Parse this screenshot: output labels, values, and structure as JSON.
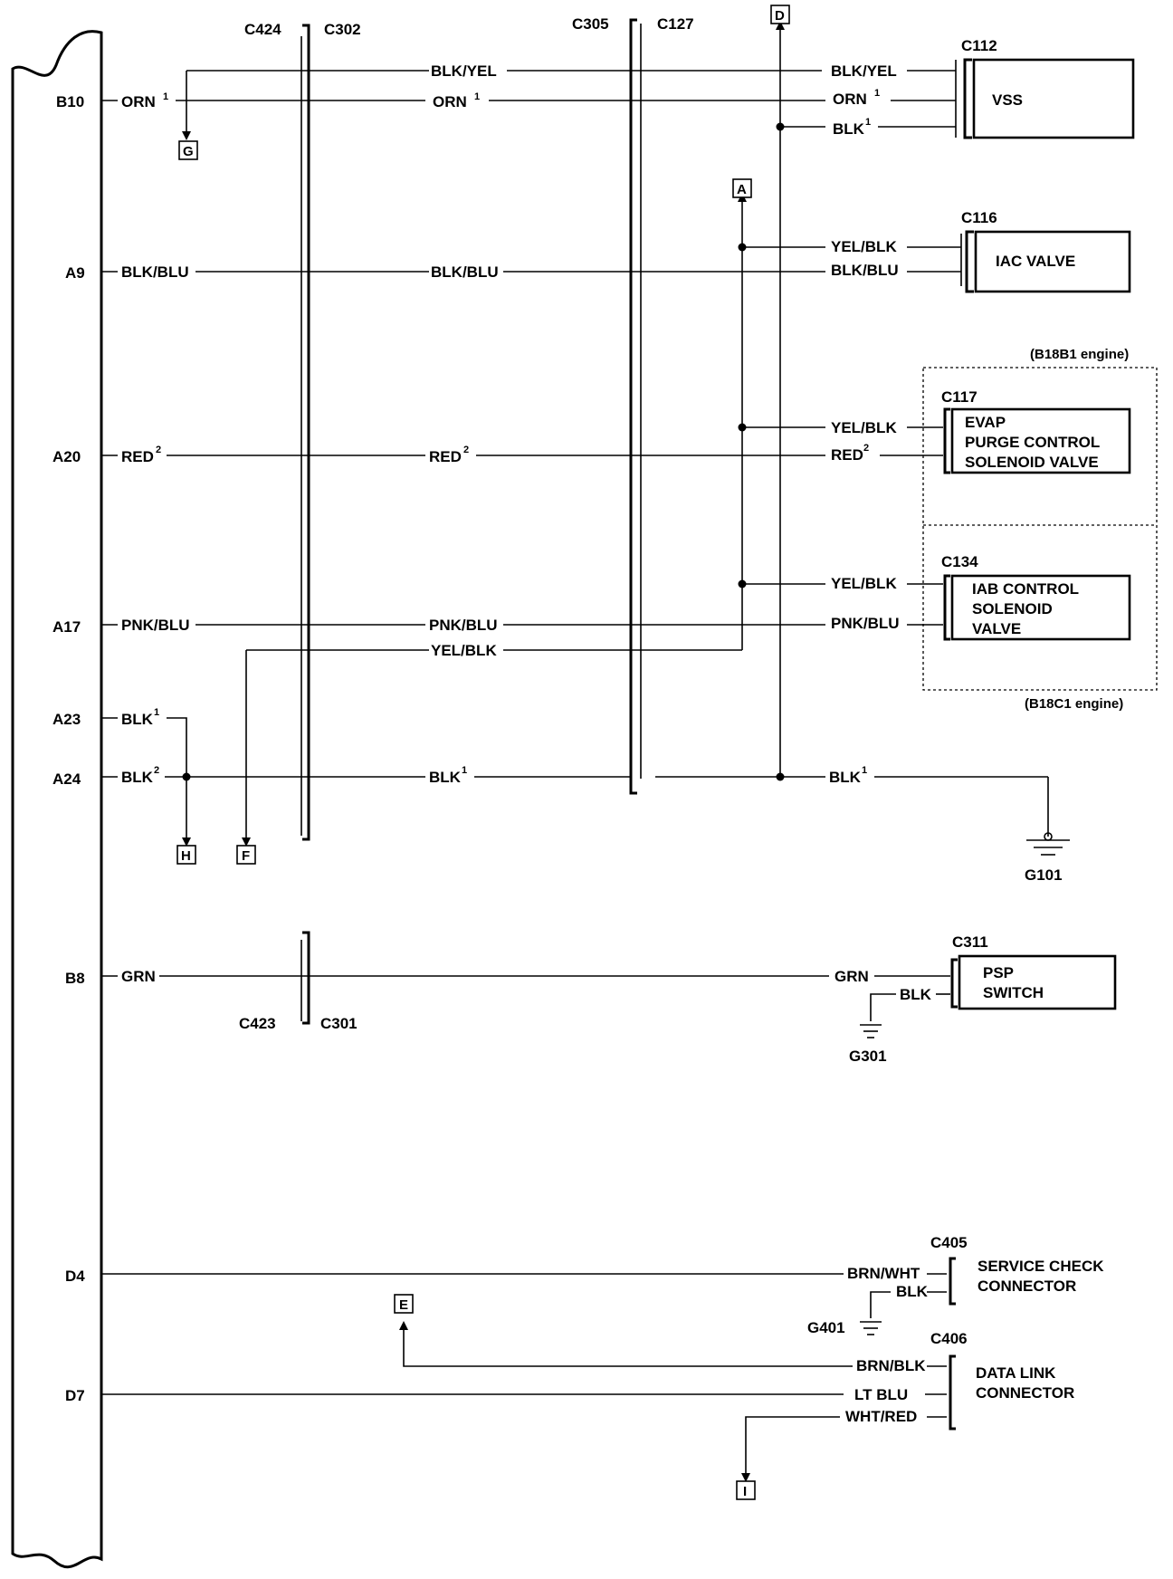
{
  "pins": [
    "B10",
    "A9",
    "A20",
    "A17",
    "A23",
    "A24",
    "B8",
    "D4",
    "D7"
  ],
  "connectors": {
    "c424": "C424",
    "c302": "C302",
    "c305": "C305",
    "c127": "C127",
    "c112": "C112",
    "c116": "C116",
    "c117": "C117",
    "c134": "C134",
    "c423": "C423",
    "c301": "C301",
    "c311": "C311",
    "c405": "C405",
    "c406": "C406"
  },
  "grounds": {
    "g101": "G101",
    "g301": "G301",
    "g401": "G401"
  },
  "tags": {
    "a": "A",
    "d": "D",
    "e": "E",
    "f": "F",
    "g": "G",
    "h": "H",
    "i": "I"
  },
  "wires": {
    "blk_yel": "BLK/YEL",
    "orn": "ORN",
    "blk": "BLK",
    "blk_blu": "BLK/BLU",
    "yel_blk": "YEL/BLK",
    "red": "RED",
    "pnk_blu": "PNK/BLU",
    "grn": "GRN",
    "brn_wht": "BRN/WHT",
    "brn_blk": "BRN/BLK",
    "lt_blu": "LT  BLU",
    "wht_red": "WHT/RED"
  },
  "superscripts": {
    "one": "1",
    "two": "2"
  },
  "components": {
    "vss": "VSS",
    "iac": "IAC VALVE",
    "evap": [
      "EVAP",
      "PURGE CONTROL",
      "SOLENOID VALVE"
    ],
    "iab": [
      "IAB  CONTROL",
      "SOLENOID",
      "VALVE"
    ],
    "psp": [
      "PSP",
      "SWITCH"
    ],
    "service_check": [
      "SERVICE CHECK",
      "CONNECTOR"
    ],
    "data_link": [
      "DATA LINK",
      "CONNECTOR"
    ]
  },
  "engines": {
    "b18b1": "(B18B1 engine)",
    "b18c1": "(B18C1 engine)"
  }
}
